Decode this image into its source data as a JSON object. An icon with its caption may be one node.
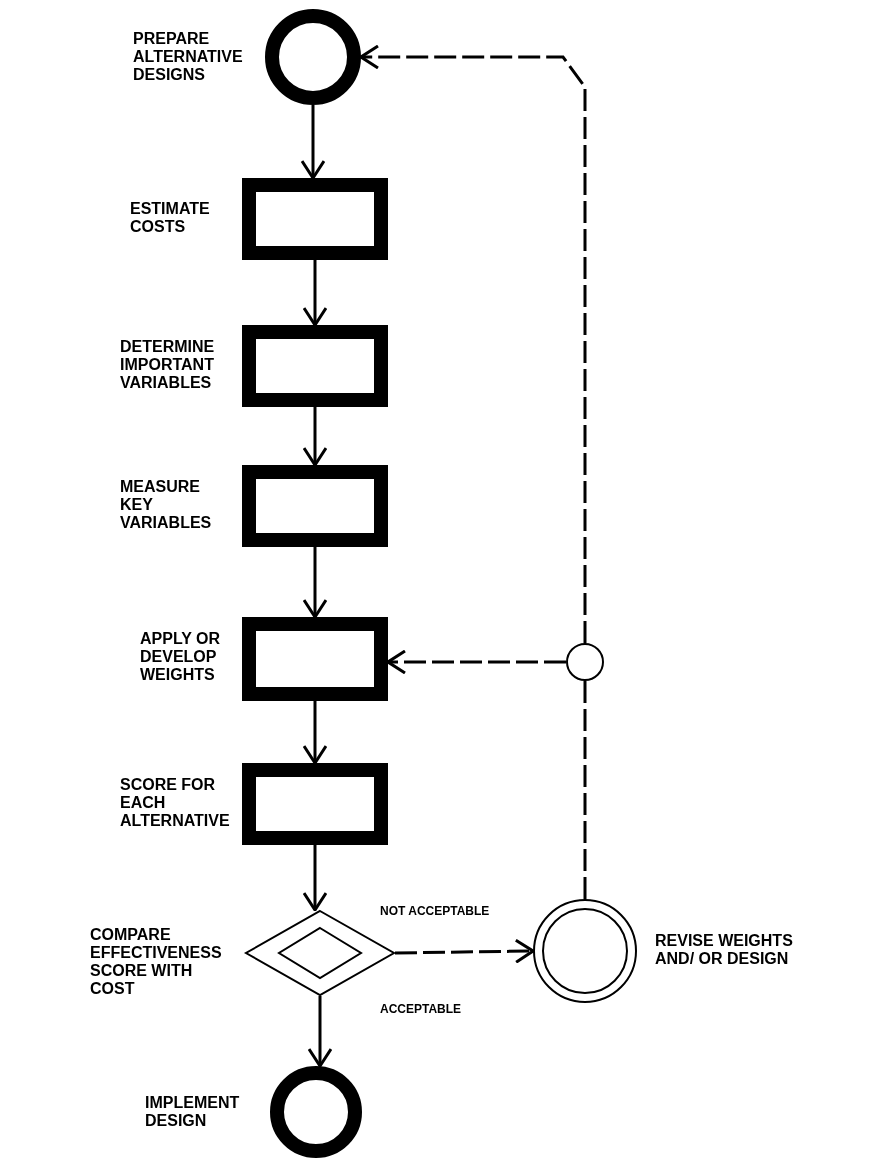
{
  "diagram": {
    "nodes": [
      {
        "text": [],
        "shape": "circle",
        "beside": [
          "PREPARE ALTERNATIVE DESIGNS"
        ]
      },
      {
        "text": [],
        "shape": "box",
        "beside": [
          "ESTIMATE COSTS"
        ]
      },
      {
        "text": [],
        "shape": "box",
        "beside": [
          "DETERMINE IMPORTANT VARIABLES"
        ]
      },
      {
        "text": [],
        "shape": "box",
        "beside": [
          "MEASURE KEY VARIABLES"
        ]
      },
      {
        "text": [],
        "shape": "box",
        "beside": [
          "APPLY OR DEVELOP WEIGHTS"
        ]
      },
      {
        "text": [],
        "shape": "box",
        "beside": [
          "SCORE FOR EACH ALTERNATIVE"
        ]
      },
      {
        "text": [],
        "shape": "diamond",
        "beside": [
          "COMPARE EFFECTIVENESS SCORE WITH COST"
        ]
      },
      {
        "text": [],
        "shape": "circle",
        "beside": [
          "REVISE WEIGHTS AND/ OR DESIGN"
        ]
      },
      {
        "text": [],
        "shape": "circle"
      },
      {
        "text": [],
        "shape": "circle",
        "beside": [
          "IMPLEMENT DESIGN"
        ]
      }
    ],
    "edges": [
      {
        "from": 0,
        "to": 1,
        "arrow": "to"
      },
      {
        "from": 1,
        "to": 2,
        "arrow": "to"
      },
      {
        "from": 2,
        "to": 3,
        "arrow": "to"
      },
      {
        "from": 3,
        "to": 4,
        "arrow": "to"
      },
      {
        "from": 4,
        "to": 5,
        "arrow": "to"
      },
      {
        "from": 5,
        "to": 6,
        "arrow": "to"
      },
      {
        "from": 6,
        "to": 7,
        "arrow": "to",
        "label": "NOT ACCEPTABLE",
        "style": "dashed"
      },
      {
        "from": 6,
        "to": 9,
        "arrow": "to",
        "label": "ACCEPTABLE"
      },
      {
        "from": 7,
        "to": 8,
        "arrow": "none",
        "style": "dashed"
      },
      {
        "from": 8,
        "to": 4,
        "arrow": "to",
        "style": "dashed"
      },
      {
        "from": 8,
        "to": 0,
        "arrow": "to",
        "style": "dashed"
      }
    ]
  }
}
